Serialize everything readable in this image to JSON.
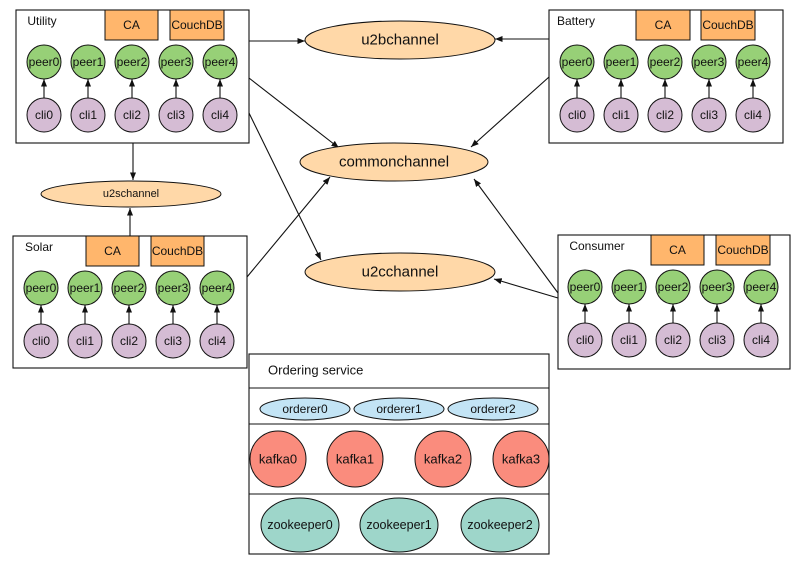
{
  "colors": {
    "peer_fill": "#97d077",
    "client_fill": "#d5bcd4",
    "service_fill": "#ffb66c",
    "channel_fill": "#ffd8a8",
    "orderer_fill": "#c3e4f5",
    "kafka_fill": "#fa8c7d",
    "zookeeper_fill": "#9ed6ca",
    "stroke": "#111111"
  },
  "organizations": [
    {
      "id": "utility",
      "name": "Utility",
      "ca_label": "CA",
      "db_label": "CouchDB",
      "peers": [
        "peer0",
        "peer1",
        "peer2",
        "peer3",
        "peer4"
      ],
      "clients": [
        "cli0",
        "cli1",
        "cli2",
        "cli3",
        "cli4"
      ]
    },
    {
      "id": "battery",
      "name": "Battery",
      "ca_label": "CA",
      "db_label": "CouchDB",
      "peers": [
        "peer0",
        "peer1",
        "peer2",
        "peer3",
        "peer4"
      ],
      "clients": [
        "cli0",
        "cli1",
        "cli2",
        "cli3",
        "cli4"
      ]
    },
    {
      "id": "solar",
      "name": "Solar",
      "ca_label": "CA",
      "db_label": "CouchDB",
      "peers": [
        "peer0",
        "peer1",
        "peer2",
        "peer3",
        "peer4"
      ],
      "clients": [
        "cli0",
        "cli1",
        "cli2",
        "cli3",
        "cli4"
      ]
    },
    {
      "id": "consumer",
      "name": "Consumer",
      "ca_label": "CA",
      "db_label": "CouchDB",
      "peers": [
        "peer0",
        "peer1",
        "peer2",
        "peer3",
        "peer4"
      ],
      "clients": [
        "cli0",
        "cli1",
        "cli2",
        "cli3",
        "cli4"
      ]
    }
  ],
  "channels": [
    {
      "id": "u2bchannel",
      "label": "u2bchannel"
    },
    {
      "id": "commonchannel",
      "label": "commonchannel"
    },
    {
      "id": "u2cchannel",
      "label": "u2cchannel"
    },
    {
      "id": "u2schannel",
      "label": "u2schannel"
    }
  ],
  "connections": [
    {
      "from": "utility",
      "to": "u2bchannel"
    },
    {
      "from": "battery",
      "to": "u2bchannel"
    },
    {
      "from": "utility",
      "to": "commonchannel"
    },
    {
      "from": "battery",
      "to": "commonchannel"
    },
    {
      "from": "solar",
      "to": "commonchannel"
    },
    {
      "from": "consumer",
      "to": "commonchannel"
    },
    {
      "from": "utility",
      "to": "u2cchannel"
    },
    {
      "from": "consumer",
      "to": "u2cchannel"
    },
    {
      "from": "utility",
      "to": "u2schannel"
    },
    {
      "from": "solar",
      "to": "u2schannel"
    }
  ],
  "ordering_service": {
    "title": "Ordering service",
    "orderers": [
      "orderer0",
      "orderer1",
      "orderer2"
    ],
    "kafka": [
      "kafka0",
      "kafka1",
      "kafka2",
      "kafka3"
    ],
    "zookeepers": [
      "zookeeper0",
      "zookeeper1",
      "zookeeper2"
    ]
  }
}
